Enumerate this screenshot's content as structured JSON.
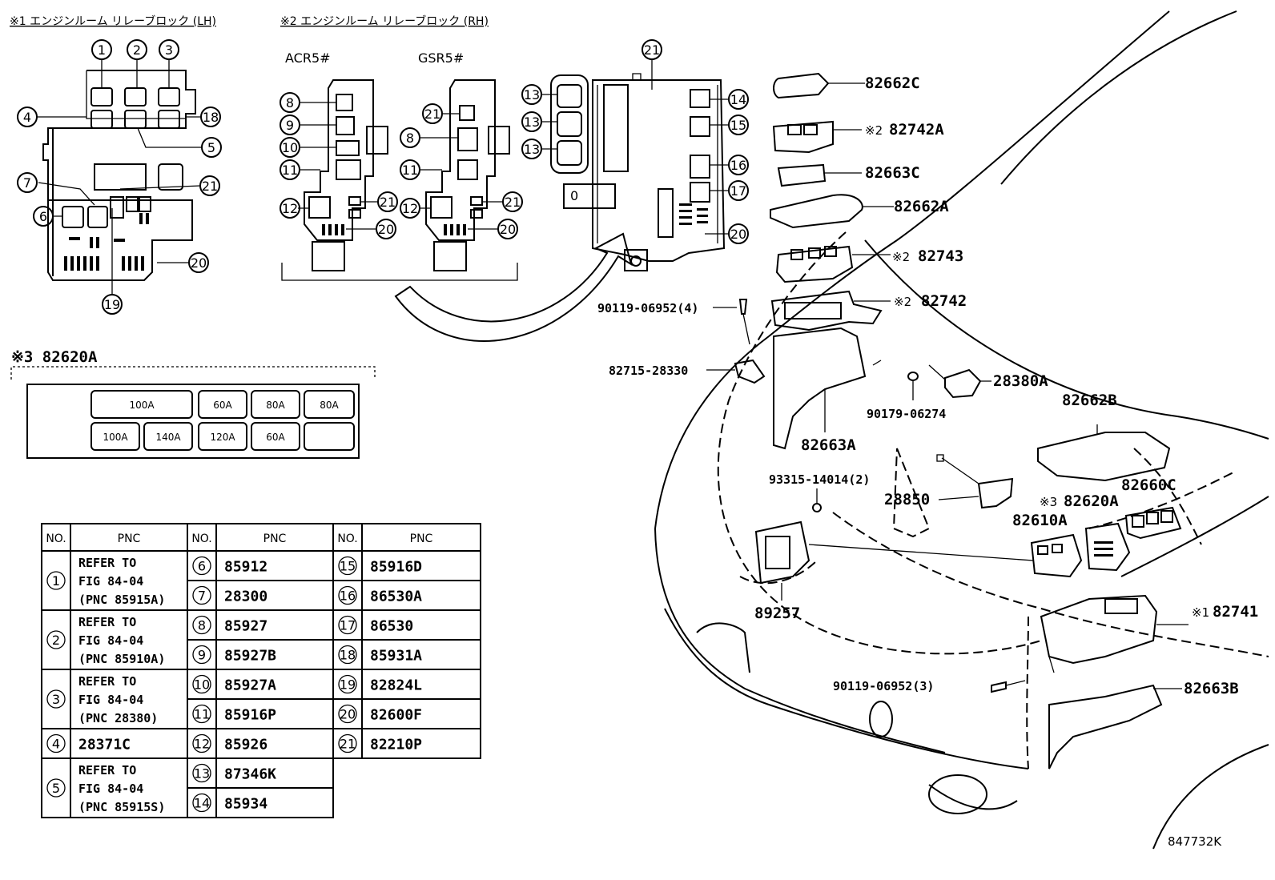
{
  "headers": {
    "lh": "※1 エンジンルーム リレーブロック (LH)",
    "rh": "※2 エンジンルーム リレーブロック (RH)",
    "acr": "ACR5#",
    "gsr": "GSR5#",
    "fusebox": "※3 82620A"
  },
  "fuses": {
    "row1": [
      "100A",
      "60A",
      "80A",
      "80A"
    ],
    "row2": [
      "100A",
      "140A",
      "120A",
      "60A",
      ""
    ]
  },
  "table": {
    "col_no": "NO.",
    "col_pnc": "PNC",
    "col1": [
      {
        "no": "1",
        "lines": [
          "REFER TO",
          "FIG 84-04",
          "(PNC 85915A)"
        ]
      },
      {
        "no": "2",
        "lines": [
          "REFER TO",
          "FIG 84-04",
          "(PNC 85910A)"
        ]
      },
      {
        "no": "3",
        "lines": [
          "REFER TO",
          "FIG 84-04",
          "(PNC 28380)"
        ]
      },
      {
        "no": "4",
        "lines": [
          "28371C"
        ]
      },
      {
        "no": "5",
        "lines": [
          "REFER TO",
          "FIG 84-04",
          "(PNC 85915S)"
        ]
      }
    ],
    "col2": [
      {
        "no": "6",
        "pnc": "85912"
      },
      {
        "no": "7",
        "pnc": "28300"
      },
      {
        "no": "8",
        "pnc": "85927"
      },
      {
        "no": "9",
        "pnc": "85927B"
      },
      {
        "no": "10",
        "pnc": "85927A"
      },
      {
        "no": "11",
        "pnc": "85916P"
      },
      {
        "no": "12",
        "pnc": "85926"
      },
      {
        "no": "13",
        "pnc": "87346K"
      },
      {
        "no": "14",
        "pnc": "85934"
      }
    ],
    "col3": [
      {
        "no": "15",
        "pnc": "85916D"
      },
      {
        "no": "16",
        "pnc": "86530A"
      },
      {
        "no": "17",
        "pnc": "86530"
      },
      {
        "no": "18",
        "pnc": "85931A"
      },
      {
        "no": "19",
        "pnc": "82824L"
      },
      {
        "no": "20",
        "pnc": "82600F"
      },
      {
        "no": "21",
        "pnc": "82210P"
      }
    ]
  },
  "parts": {
    "p82662C": "82662C",
    "p82742A": "82742A",
    "p82742A_mark": "※2",
    "p82663C": "82663C",
    "p82662A": "82662A",
    "p82743": "82743",
    "p82743_mark": "※2",
    "p82742": "82742",
    "p82742_mark": "※2",
    "p90119_4": "90119-06952(4)",
    "p82715": "82715-28330",
    "p28380A": "28380A",
    "p90179": "90179-06274",
    "p82662B": "82662B",
    "p82663A": "82663A",
    "p93315": "93315-14014(2)",
    "p28850": "28850",
    "p82620A": "82620A",
    "p82620A_mark": "※3",
    "p82610A": "82610A",
    "p82660C": "82660C",
    "p89257": "89257",
    "p82741": "82741",
    "p82741_mark": "※1",
    "p90119_3": "90119-06952(3)",
    "p82663B": "82663B",
    "figure_id": "847732K"
  },
  "callouts": {
    "lh": [
      "1",
      "2",
      "3",
      "4",
      "18",
      "5",
      "7",
      "21",
      "6",
      "20",
      "19"
    ],
    "acr": [
      "8",
      "9",
      "10",
      "11",
      "12",
      "21",
      "20"
    ],
    "gsr": [
      "21",
      "8",
      "11",
      "12",
      "21",
      "20"
    ],
    "rh_main": [
      "21",
      "13",
      "13",
      "13",
      "14",
      "15",
      "16",
      "17",
      "20"
    ]
  }
}
